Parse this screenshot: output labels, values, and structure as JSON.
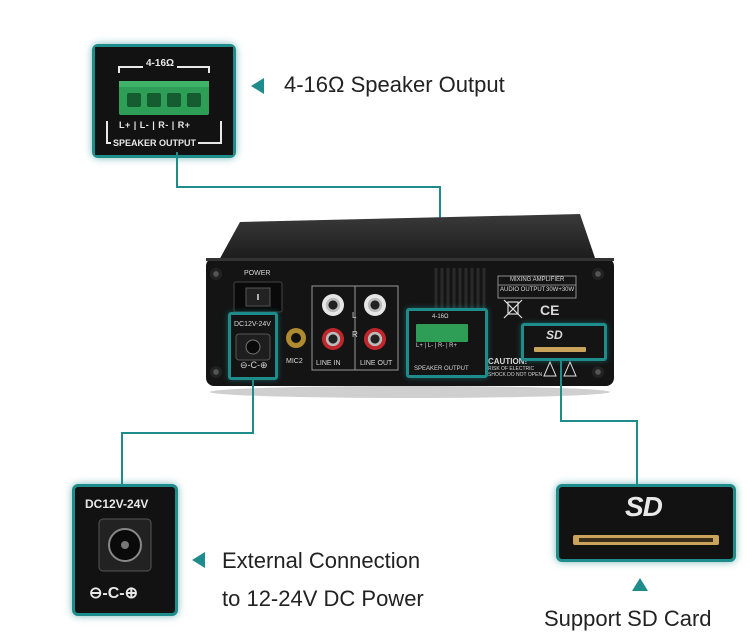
{
  "callouts": {
    "speaker": {
      "text": "4-16Ω Speaker Output",
      "inset_top": "4-16Ω",
      "inset_pins": "L+ | L- | R- | R+",
      "inset_bottom": "SPEAKER OUTPUT"
    },
    "power": {
      "line1": "External Connection",
      "line2": "to 12-24V DC Power",
      "inset_label": "DC12V-24V",
      "inset_symbol": "⊖-C-⊕"
    },
    "sd": {
      "text": "Support SD Card",
      "inset_logo": "SD"
    }
  },
  "device_panel": {
    "power_label": "POWER",
    "dc_label": "DC12V-24V",
    "dc_symbol": "⊖-C-⊕",
    "mic_label": "MIC2",
    "line_in_label": "LINE IN",
    "line_out_label": "LINE OUT",
    "channel_l": "L",
    "channel_r": "R",
    "speaker_ohm": "4-16Ω",
    "speaker_pins": "L+ | L- | R- | R+",
    "speaker_label": "SPEAKER OUTPUT",
    "product_label": "MIXING AMPLIFIER",
    "audio_output_label": "AUDIO OUTPUT",
    "audio_output_value": "30W+30W",
    "ce_mark": "CE",
    "sd_logo": "SD",
    "caution_title": "CAUTION!",
    "caution_line1": "RISK OF ELECTRIC",
    "caution_line2": "SHOCK DO NOT OPEN"
  },
  "colors": {
    "accent": "#1f8c8c",
    "terminal_green": "#2e9e57",
    "device_black": "#141414"
  }
}
